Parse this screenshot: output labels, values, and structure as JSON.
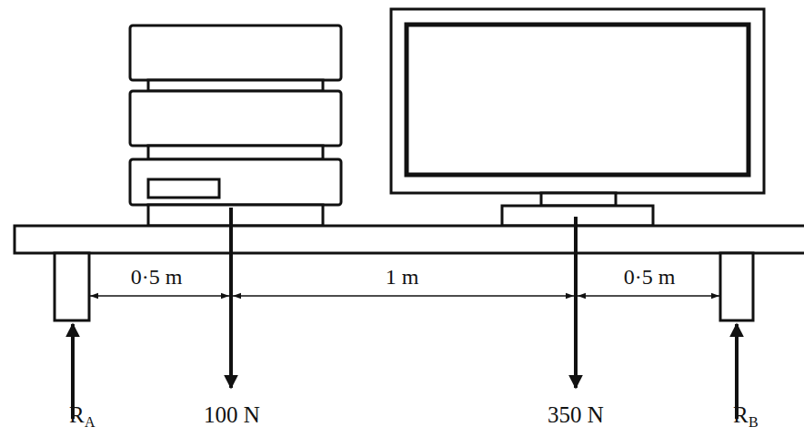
{
  "diagram": {
    "labels": [
      "0·5 m",
      "1 m",
      "0·5 m",
      "R",
      "A",
      "100 N",
      "350 N",
      "R",
      "B"
    ]
  }
}
